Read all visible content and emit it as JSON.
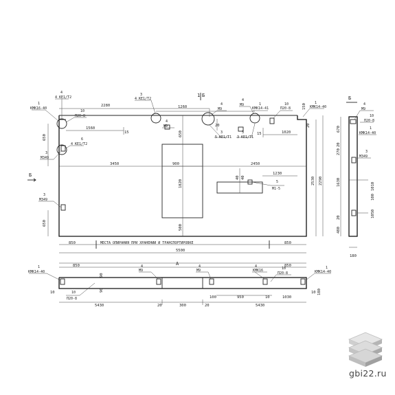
{
  "drawing": {
    "section_marks": {
      "front_top": "1",
      "front_top_dir": "Б",
      "left": "Б",
      "top_view": "А",
      "side_view": "Б",
      "bottom_marks": [
        "1"
      ]
    },
    "top_dims": {
      "d2280": "2280",
      "d1260": "1260",
      "d1560": "1560",
      "d1020": "1020",
      "d15a": "15",
      "d15b": "15",
      "d20a": "20",
      "d20b": "20"
    },
    "left_dims": {
      "d650": "650",
      "d650b": "650"
    },
    "mid_dims": {
      "d3450": "3450",
      "d2450": "2450",
      "d900": "900",
      "d650c": "650",
      "d1820": "1820",
      "d500": "500",
      "d1230": "1230",
      "d40": "40",
      "d40b": "40"
    },
    "right_dims": {
      "d2530": "2530",
      "d2290": "2290",
      "d150": "150"
    },
    "bottom_dims": {
      "d850a": "850",
      "d850b": "850",
      "d5500": "5500",
      "note": "МЕСТА ОПИРАНИЯ ПРИ ХРАНЕНИИ И ТРАНСПОРТИРОВКЕ"
    },
    "callouts": {
      "c1a": {
        "n": "1",
        "t": "КМК16-40"
      },
      "c4a": {
        "n": "4",
        "t": "4 КЕ1/Т2"
      },
      "c10a": {
        "n": "10",
        "t": "П20-8"
      },
      "c6": {
        "n": "6",
        "t": "4 КЕ1/Т2"
      },
      "c3a": {
        "n": "3",
        "t": "М349"
      },
      "c3b": {
        "n": "3",
        "t": "4 КЕ1/Т2"
      },
      "c4b": {
        "n": "4",
        "t": "М9"
      },
      "c4c": {
        "n": "4",
        "t": "М9"
      },
      "c3c": {
        "n": "3",
        "t": "5 КЕ1/Т1"
      },
      "c4d": {
        "n": "4",
        "t": "М9"
      },
      "c1b": {
        "n": "1",
        "t": "КМК14-41"
      },
      "c10b": {
        "n": "10",
        "t": "П20-8"
      },
      "c1c": {
        "n": "1",
        "t": "КМК14-40"
      },
      "c3d": {
        "n": "3",
        "t": "3 КЕ1/Т1"
      },
      "c5": {
        "n": "5",
        "t": "М1-5"
      },
      "c3e": {
        "n": "3",
        "t": "М349"
      }
    },
    "plan": {
      "d850a": "850",
      "d850b": "850",
      "d5430a": "5430",
      "d5430b": "5430",
      "d20a": "20",
      "d20b": "20",
      "d300": "300",
      "d100": "100",
      "d950": "950",
      "d10a": "10",
      "d1030": "1030",
      "d10b": "10",
      "d90a": "90",
      "d90b": "90",
      "d180": "180",
      "d10c": "10",
      "c1a": {
        "n": "1",
        "t": "КМК14-40"
      },
      "c4a": {
        "n": "4",
        "t": "М9"
      },
      "c4b": {
        "n": "4",
        "t": "М9"
      },
      "c4c": {
        "n": "4",
        "t": "КМК16"
      },
      "c10a": {
        "n": "10",
        "t": "П20-8"
      },
      "c10b": {
        "n": "10",
        "t": "П20-8"
      },
      "c1b": {
        "n": "1",
        "t": "КМК14-40"
      }
    },
    "side": {
      "c4": {
        "n": "4",
        "t": "М9"
      },
      "c10": {
        "n": "10",
        "t": "П20-8"
      },
      "c1": {
        "n": "1",
        "t": "КМК14-40"
      },
      "c3": {
        "n": "3",
        "t": "М349"
      },
      "d670": "670",
      "d270": "270",
      "d20": "20",
      "d1630": "1630",
      "d20b": "20",
      "d480": "480",
      "d180": "180",
      "d1010": "1010",
      "d100": "100",
      "d1050": "1050"
    }
  },
  "watermark": {
    "site": "gbi22.ru"
  }
}
